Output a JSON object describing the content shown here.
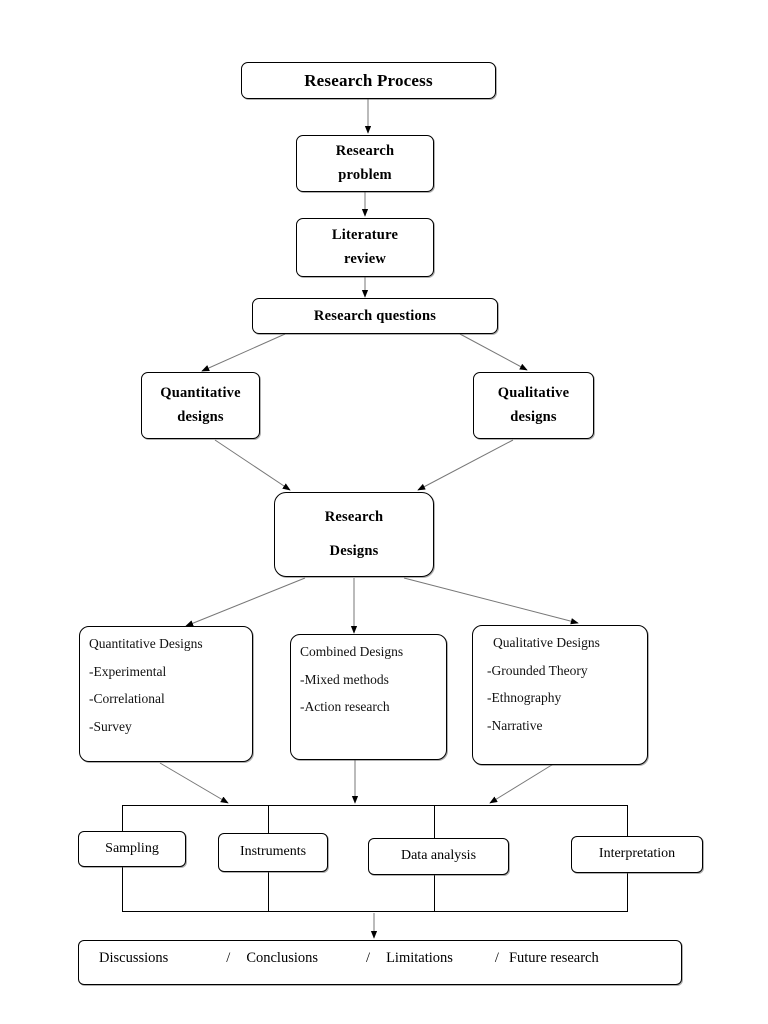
{
  "diagram": {
    "title": "Research Process",
    "nodes": {
      "title_box": {
        "label": "Research Process"
      },
      "research_problem": {
        "line1": "Research",
        "line2": "problem"
      },
      "literature_review": {
        "line1": "Literature",
        "line2": "review"
      },
      "research_questions": {
        "label": "Research questions"
      },
      "quantitative_designs": {
        "line1": "Quantitative",
        "line2": "designs"
      },
      "qualitative_designs": {
        "line1": "Qualitative",
        "line2": "designs"
      },
      "research_designs": {
        "line1": "Research",
        "line2": "Designs"
      },
      "quantitative_list": {
        "heading": "Quantitative Designs",
        "items": [
          "-Experimental",
          "-Correlational",
          "-Survey"
        ]
      },
      "combined_list": {
        "heading": "Combined Designs",
        "items": [
          "-Mixed methods",
          "-Action research"
        ]
      },
      "qualitative_list": {
        "heading": "Qualitative Designs",
        "items": [
          "-Grounded Theory",
          "-Ethnography",
          "-Narrative"
        ]
      },
      "sampling": {
        "label": "Sampling"
      },
      "instruments": {
        "label": "Instruments"
      },
      "data_analysis": {
        "label": "Data analysis"
      },
      "interpretation": {
        "label": "Interpretation"
      },
      "outcomes": {
        "item1": "Discussions",
        "sep1": "/",
        "item2": "Conclusions",
        "sep2": "/",
        "item3": "Limitations",
        "sep3": "/",
        "item4": "Future research"
      }
    },
    "colors": {
      "stroke": "#000000",
      "arrow": "#555555",
      "background": "#ffffff"
    }
  }
}
